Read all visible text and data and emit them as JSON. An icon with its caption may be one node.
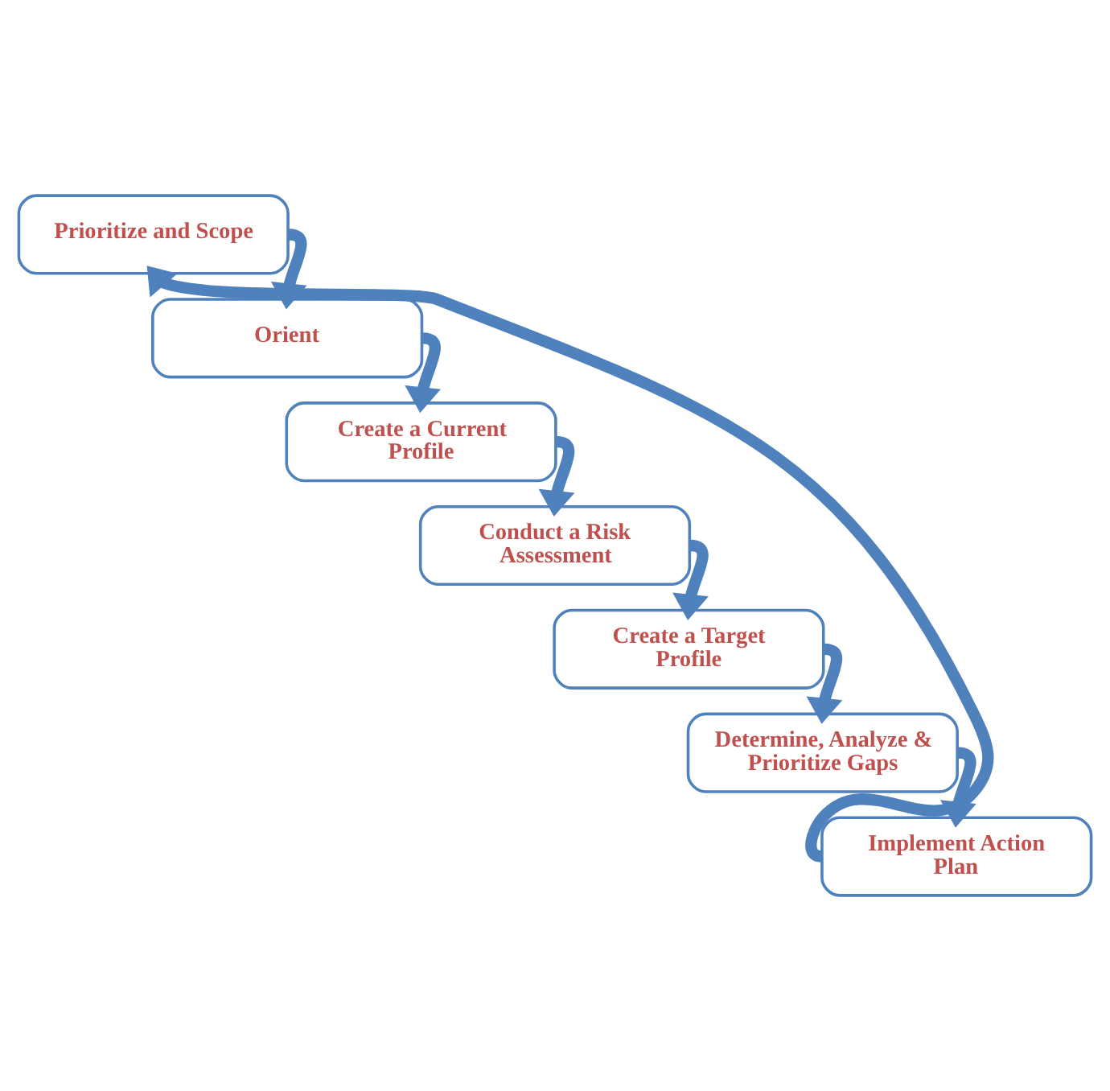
{
  "diagram": {
    "nodes": [
      {
        "text": [
          "Prioritize and Scope"
        ]
      },
      {
        "text": [
          "Orient"
        ]
      },
      {
        "text": [
          "Create a Current Profile"
        ]
      },
      {
        "text": [
          "Conduct a Risk Assessment"
        ]
      },
      {
        "text": [
          "Create a Target Profile"
        ]
      },
      {
        "text": [
          "Determine, Analyze & Prioritize Gaps"
        ]
      },
      {
        "text": [
          "Implement Action Plan"
        ]
      }
    ],
    "edges": [
      {
        "from": 0,
        "to": 1,
        "arrow": "to"
      },
      {
        "from": 1,
        "to": 2,
        "arrow": "to"
      },
      {
        "from": 2,
        "to": 3,
        "arrow": "to"
      },
      {
        "from": 3,
        "to": 4,
        "arrow": "to"
      },
      {
        "from": 4,
        "to": 5,
        "arrow": "to"
      },
      {
        "from": 5,
        "to": 6,
        "arrow": "to"
      },
      {
        "from": 6,
        "to": 0,
        "arrow": "to"
      }
    ]
  }
}
